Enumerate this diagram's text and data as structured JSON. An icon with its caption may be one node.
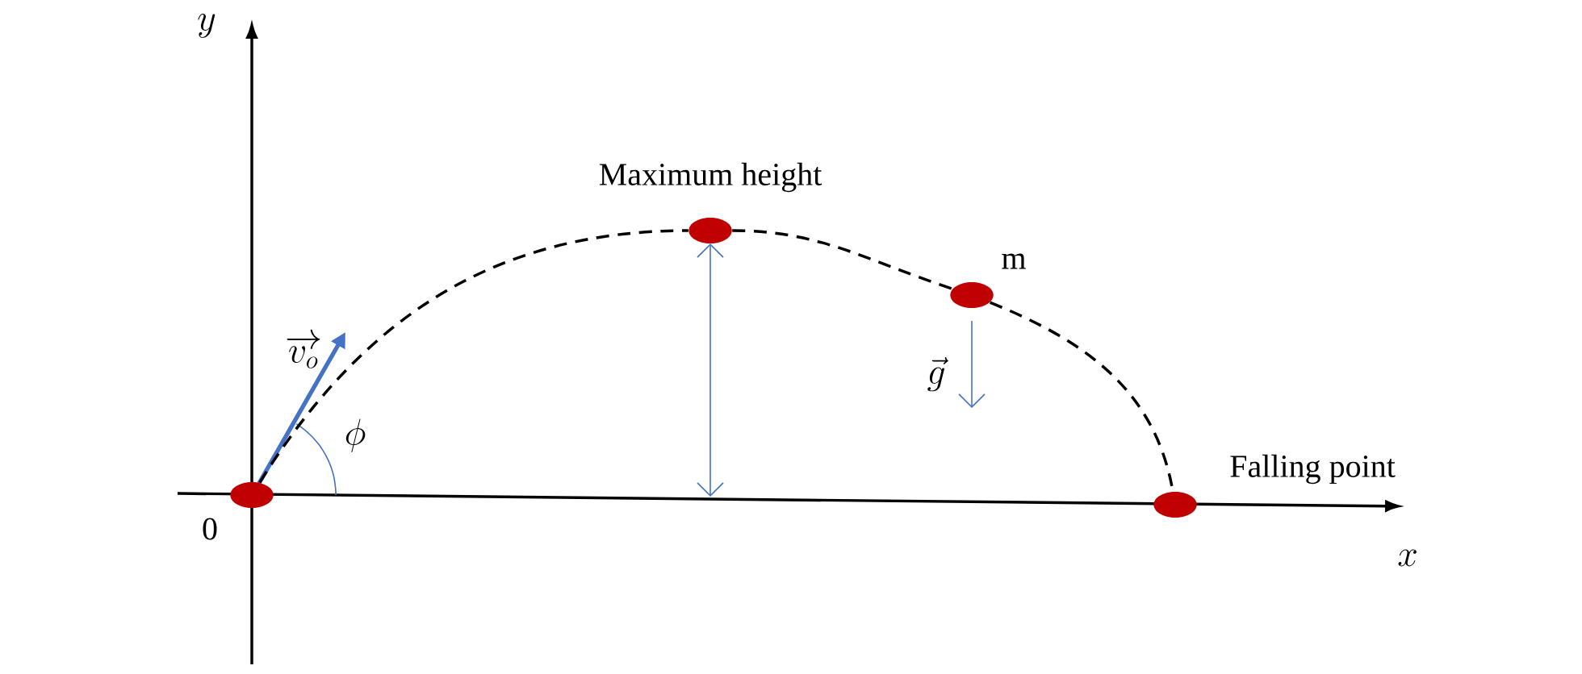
{
  "diagram": {
    "nodes": [
      {
        "text": [],
        "shape": "circle",
        "beside": [
          "0"
        ]
      },
      {
        "text": [],
        "shape": "circle",
        "beside": [
          "Maximum height"
        ]
      },
      {
        "text": [],
        "shape": "circle",
        "beside": [
          "m"
        ]
      },
      {
        "text": [],
        "shape": "circle",
        "beside": [
          "Falling point"
        ]
      }
    ],
    "edges": [
      {
        "from": 0,
        "to": 1,
        "arrow": "none",
        "style": "dashed"
      },
      {
        "from": 1,
        "to": 2,
        "arrow": "none",
        "style": "dashed"
      },
      {
        "from": 2,
        "to": 3,
        "arrow": "none",
        "style": "dashed"
      }
    ],
    "labels": [
      "y",
      "x",
      "\\overrightarrow{v_o}",
      "\\phi",
      "\\vec{g}"
    ]
  }
}
